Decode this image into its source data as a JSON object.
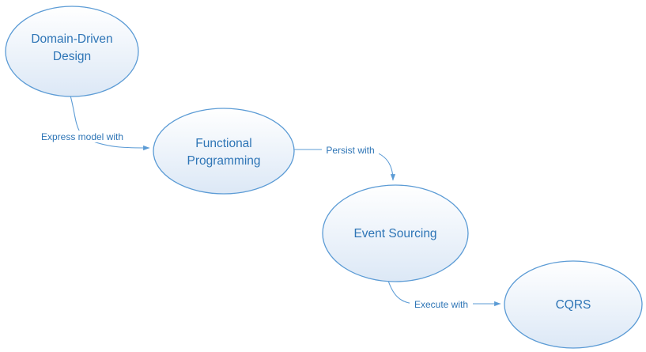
{
  "diagram": {
    "type": "flow-diagram",
    "colors": {
      "node_stroke": "#5b9bd5",
      "node_fill_top": "#ffffff",
      "node_fill_bottom": "#dce8f6",
      "text": "#2e75b6",
      "edge": "#5b9bd5"
    },
    "nodes": [
      {
        "id": "domain-driven-design",
        "label": "Domain-Driven Design",
        "lines": [
          "Domain-Driven",
          "Design"
        ]
      },
      {
        "id": "functional-programming",
        "label": "Functional Programming",
        "lines": [
          "Functional",
          "Programming"
        ]
      },
      {
        "id": "event-sourcing",
        "label": "Event Sourcing",
        "lines": [
          "Event Sourcing"
        ]
      },
      {
        "id": "cqrs",
        "label": "CQRS",
        "lines": [
          "CQRS"
        ]
      }
    ],
    "edges": [
      {
        "from": "domain-driven-design",
        "to": "functional-programming",
        "label": "Express model with"
      },
      {
        "from": "functional-programming",
        "to": "event-sourcing",
        "label": "Persist with"
      },
      {
        "from": "event-sourcing",
        "to": "cqrs",
        "label": "Execute with"
      }
    ]
  }
}
